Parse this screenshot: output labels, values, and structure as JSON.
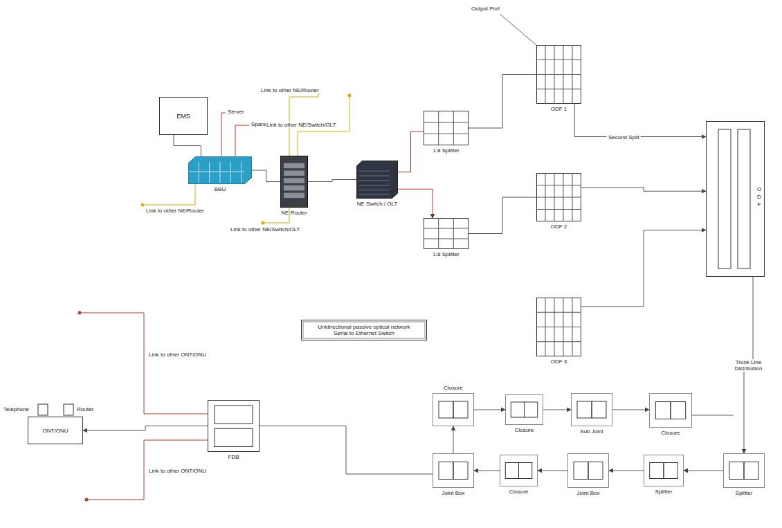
{
  "diagram": {
    "nodes": [
      {
        "text": [
          "EMS"
        ]
      },
      {
        "text": [
          "BBU"
        ]
      },
      {
        "text": [
          "NE Router"
        ]
      },
      {
        "text": [
          "NE Switch / OLT"
        ]
      },
      {
        "text": [
          "1:8 Splitter"
        ]
      },
      {
        "text": [
          "1:8 Splitter"
        ]
      },
      {
        "text": [
          "ODF 1"
        ]
      },
      {
        "text": [
          "ODF 2"
        ]
      },
      {
        "text": [
          "ODF 3"
        ]
      },
      {
        "text": [
          "O D F"
        ]
      },
      {
        "text": [
          "Unidirectional passive optical network",
          "Serial to Ethernet Switch"
        ]
      },
      {
        "text": [
          "ONT/ONU"
        ]
      },
      {
        "text": [
          "FDB"
        ]
      },
      {
        "text": [
          "Closure"
        ]
      },
      {
        "text": [
          "Closure"
        ]
      },
      {
        "text": [
          "Sub Joint"
        ]
      },
      {
        "text": [
          "Closure"
        ]
      },
      {
        "text": [
          "Joint Box"
        ]
      },
      {
        "text": [
          "Closure"
        ]
      },
      {
        "text": [
          "Joint Box"
        ]
      },
      {
        "text": [
          "Splitter"
        ]
      },
      {
        "text": [
          "Splitter"
        ]
      }
    ],
    "edges": [
      {
        "from": 0,
        "to": 1,
        "arrow": "none"
      },
      {
        "from": 1,
        "to": 2,
        "arrow": "none"
      },
      {
        "from": 2,
        "to": 3,
        "arrow": "none"
      },
      {
        "from": 3,
        "to": 4,
        "arrow": "none"
      },
      {
        "from": 3,
        "to": 5,
        "arrow": "to"
      },
      {
        "from": 4,
        "to": 6,
        "arrow": "none"
      },
      {
        "from": 5,
        "to": 7,
        "arrow": "none"
      },
      {
        "from": 6,
        "to": 9,
        "label": "Second Split",
        "arrow": "to"
      },
      {
        "from": 7,
        "to": 9,
        "arrow": "to"
      },
      {
        "from": 8,
        "to": 9,
        "arrow": "to"
      },
      {
        "from": 9,
        "to": 21,
        "label": "Trunk Line Distribution",
        "arrow": "to"
      },
      {
        "from": 21,
        "to": 20,
        "arrow": "to"
      },
      {
        "from": 20,
        "to": 19,
        "arrow": "to"
      },
      {
        "from": 19,
        "to": 18,
        "arrow": "to"
      },
      {
        "from": 18,
        "to": 17,
        "arrow": "to"
      },
      {
        "from": 17,
        "to": 13,
        "arrow": "to"
      },
      {
        "from": 13,
        "to": 14,
        "arrow": "to"
      },
      {
        "from": 14,
        "to": 15,
        "arrow": "to"
      },
      {
        "from": 15,
        "to": 16,
        "arrow": "to"
      },
      {
        "from": 12,
        "to": 17,
        "arrow": "none"
      },
      {
        "from": 12,
        "to": 11,
        "arrow": "to"
      }
    ],
    "labels": [
      "Server",
      "Spare Link",
      "Link to other NE/Router",
      "Link to other NE/Switch/OLT",
      "Link to other NE/Router",
      "Link to other NE/Switch/OLT",
      "Output Port",
      "Telephone",
      "Router",
      "Link to other ONT/ONU",
      "Link to other ONT/ONU"
    ]
  }
}
